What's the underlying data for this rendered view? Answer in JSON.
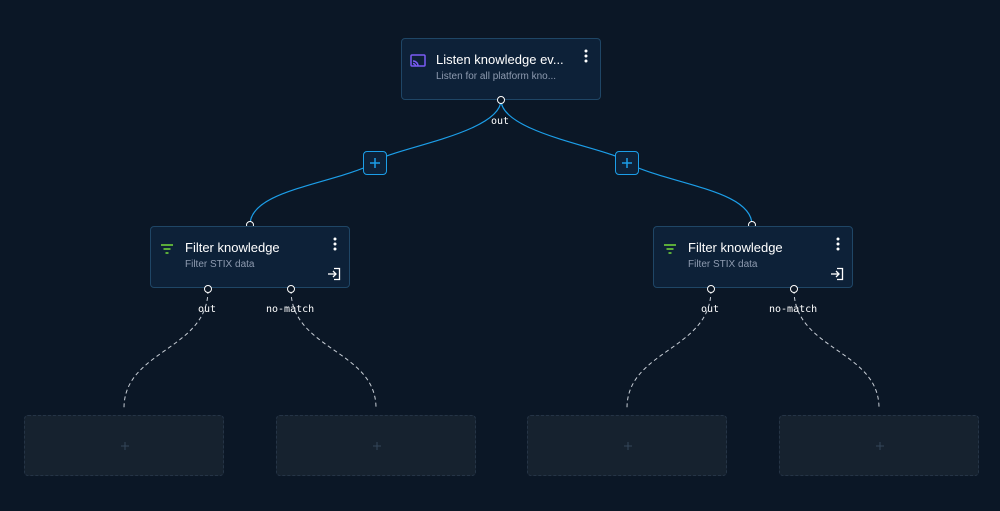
{
  "nodes": {
    "trigger": {
      "title": "Listen knowledge ev...",
      "subtitle": "Listen for all platform kno...",
      "icon": "stream-icon",
      "icon_color": "#7b5cf5",
      "output": "out"
    },
    "filter_left": {
      "title": "Filter knowledge",
      "subtitle": "Filter STIX data",
      "icon": "filter-icon",
      "icon_color": "#6fcf3a",
      "output_match": "out",
      "output_no_match": "no-match"
    },
    "filter_right": {
      "title": "Filter knowledge",
      "subtitle": "Filter STIX data",
      "icon": "filter-icon",
      "icon_color": "#6fcf3a",
      "output_match": "out",
      "output_no_match": "no-match"
    }
  },
  "add_buttons": [
    {
      "icon": "plus-icon"
    },
    {
      "icon": "plus-icon"
    }
  ],
  "placeholders": [
    {
      "icon": "plus-icon"
    },
    {
      "icon": "plus-icon"
    },
    {
      "icon": "plus-icon"
    },
    {
      "icon": "plus-icon"
    }
  ],
  "colors": {
    "background": "#0b1726",
    "node_background": "#0d2138",
    "node_border": "#1f4666",
    "edge": "#1c9ee8",
    "dashed_edge": "#c8ced6",
    "subtitle": "#8e9bb0"
  }
}
